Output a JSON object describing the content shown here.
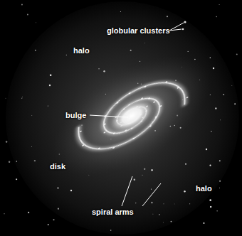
{
  "diagram": {
    "labels": [
      "globular clusters",
      "halo",
      "bulge",
      "disk",
      "spiral arms",
      "halo"
    ]
  }
}
